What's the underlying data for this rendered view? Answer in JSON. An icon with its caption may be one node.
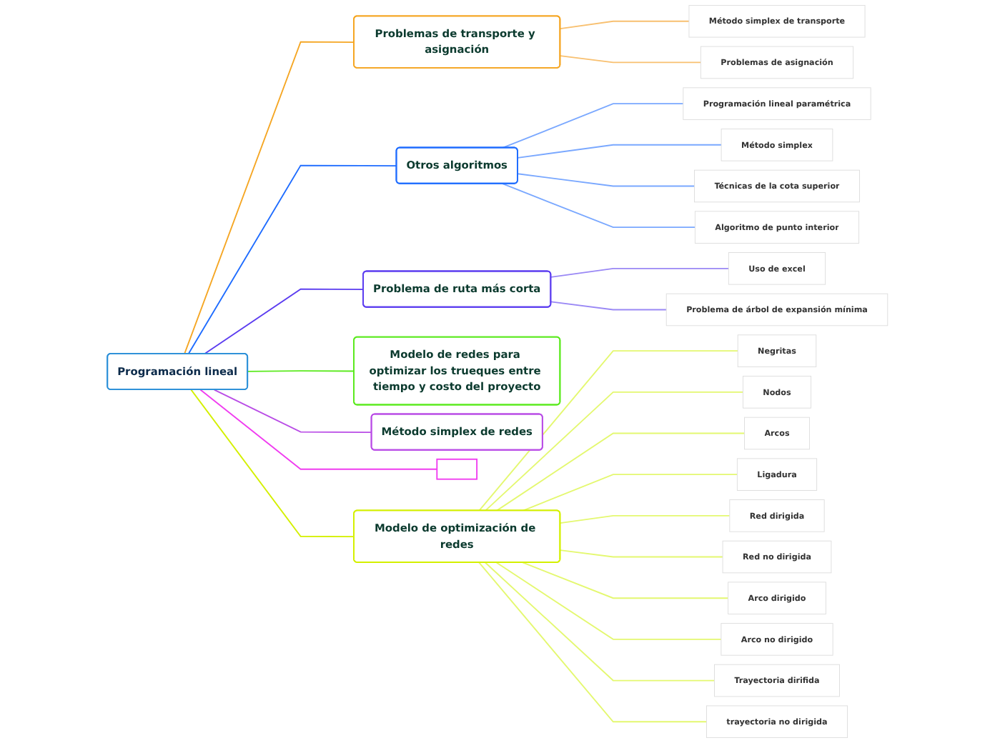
{
  "diagram": {
    "nodes": [
      {
        "text": [
          "Programación lineal"
        ]
      },
      {
        "text": [
          "Problemas de transporte y asignación"
        ]
      },
      {
        "text": [
          "Método simplex de transporte"
        ]
      },
      {
        "text": [
          "Problemas de asignación"
        ]
      },
      {
        "text": [
          "Otros algoritmos"
        ]
      },
      {
        "text": [
          "Programación lineal paramétrica"
        ]
      },
      {
        "text": [
          "Método simplex"
        ]
      },
      {
        "text": [
          "Técnicas de la cota superior"
        ]
      },
      {
        "text": [
          "Algoritmo de punto interior"
        ]
      },
      {
        "text": [
          "Problema de ruta más corta"
        ]
      },
      {
        "text": [
          "Uso de excel"
        ]
      },
      {
        "text": [
          "Problema de árbol de expansión mínima"
        ]
      },
      {
        "text": [
          "Método simplex de redes"
        ]
      },
      {
        "text": [
          "Modelo de optimización de redes"
        ]
      },
      {
        "text": [
          "Negritas"
        ]
      },
      {
        "text": [
          "Nodos"
        ]
      },
      {
        "text": [
          "Arcos"
        ]
      },
      {
        "text": [
          "Ligadura"
        ]
      },
      {
        "text": [
          "Red dirigida"
        ]
      },
      {
        "text": [
          "Red no dirigida"
        ]
      },
      {
        "text": [
          "Arco dirigido"
        ]
      },
      {
        "text": [
          "Arco no dirigido"
        ]
      },
      {
        "text": [
          "Trayectoria dirifida"
        ]
      },
      {
        "text": [
          "trayectoria no dirigida"
        ]
      },
      {
        "text": [
          "Modelo de redes para optimizar los trueques entre tiempo y costo del proyecto"
        ]
      },
      {
        "text": [],
        "shape": "box"
      }
    ],
    "edges": [
      {
        "from": 0,
        "to": 1,
        "arrow": "none",
        "color": "#f5a623"
      },
      {
        "from": 1,
        "to": 2,
        "arrow": "none",
        "color": "#f8c070"
      },
      {
        "from": 1,
        "to": 3,
        "arrow": "none",
        "color": "#f8c070"
      },
      {
        "from": 0,
        "to": 4,
        "arrow": "none",
        "color": "#1e6cff"
      },
      {
        "from": 4,
        "to": 5,
        "arrow": "none",
        "color": "#7aa8ff"
      },
      {
        "from": 4,
        "to": 6,
        "arrow": "none",
        "color": "#7aa8ff"
      },
      {
        "from": 4,
        "to": 7,
        "arrow": "none",
        "color": "#7aa8ff"
      },
      {
        "from": 4,
        "to": 8,
        "arrow": "none",
        "color": "#7aa8ff"
      },
      {
        "from": 0,
        "to": 9,
        "arrow": "none",
        "color": "#5b3cf0"
      },
      {
        "from": 9,
        "to": 10,
        "arrow": "none",
        "color": "#9a88f5"
      },
      {
        "from": 9,
        "to": 11,
        "arrow": "none",
        "color": "#9a88f5"
      },
      {
        "from": 0,
        "to": 12,
        "arrow": "none",
        "color": "#b94ce6"
      },
      {
        "from": 0,
        "to": 13,
        "arrow": "none",
        "color": "#d4f000"
      },
      {
        "from": 13,
        "to": 14,
        "arrow": "none",
        "color": "#e4f870"
      },
      {
        "from": 13,
        "to": 15,
        "arrow": "none",
        "color": "#e4f870"
      },
      {
        "from": 13,
        "to": 16,
        "arrow": "none",
        "color": "#e4f870"
      },
      {
        "from": 13,
        "to": 17,
        "arrow": "none",
        "color": "#e4f870"
      },
      {
        "from": 13,
        "to": 18,
        "arrow": "none",
        "color": "#e4f870"
      },
      {
        "from": 13,
        "to": 19,
        "arrow": "none",
        "color": "#e4f870"
      },
      {
        "from": 13,
        "to": 20,
        "arrow": "none",
        "color": "#e4f870"
      },
      {
        "from": 13,
        "to": 21,
        "arrow": "none",
        "color": "#e4f870"
      },
      {
        "from": 13,
        "to": 22,
        "arrow": "none",
        "color": "#e4f870"
      },
      {
        "from": 13,
        "to": 23,
        "arrow": "none",
        "color": "#e4f870"
      },
      {
        "from": 0,
        "to": 24,
        "arrow": "none",
        "color": "#5bea1e"
      },
      {
        "from": 0,
        "to": 25,
        "arrow": "none",
        "color": "#f03cf0"
      }
    ]
  }
}
